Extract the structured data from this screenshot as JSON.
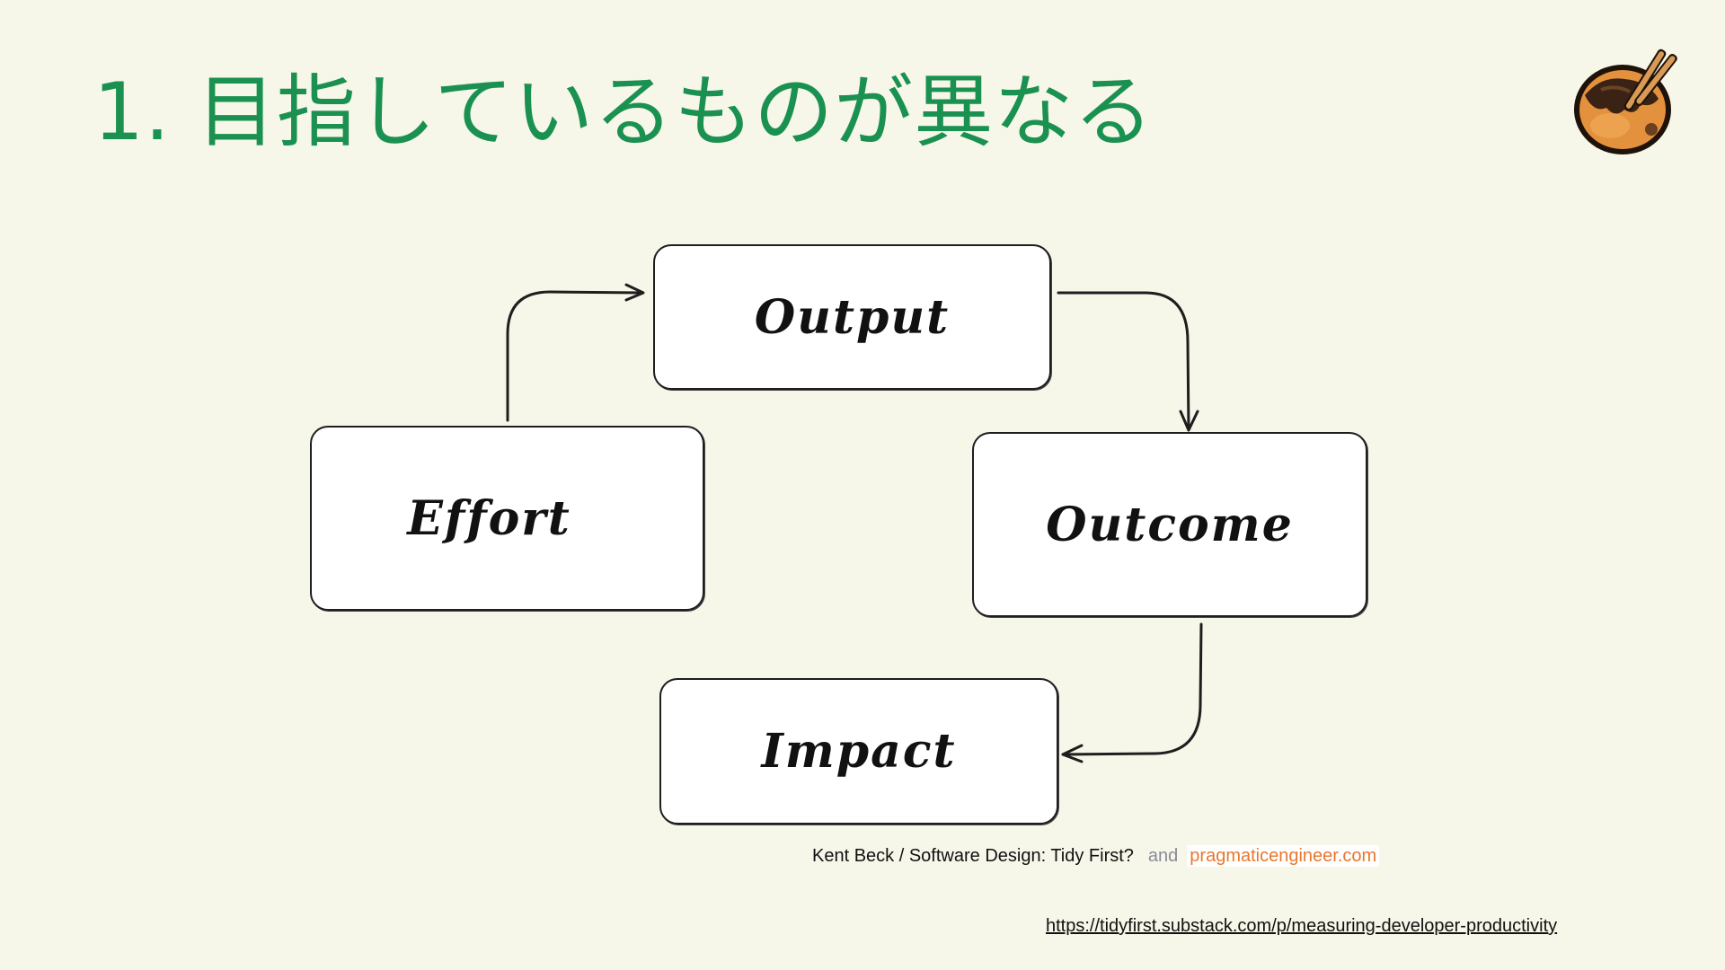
{
  "slide": {
    "title": "1. 目指しているものが異なる"
  },
  "diagram": {
    "nodes": {
      "output": "Output",
      "effort": "Effort",
      "outcome": "Outcome",
      "impact": "Impact"
    },
    "edges": [
      {
        "from": "Effort",
        "to": "Output"
      },
      {
        "from": "Output",
        "to": "Outcome"
      },
      {
        "from": "Outcome",
        "to": "Impact"
      }
    ]
  },
  "credit": {
    "author": "Kent Beck / Software Design: Tidy First?",
    "conjunction": "and",
    "site": "pragmaticengineer.com"
  },
  "source_url": "https://tidyfirst.substack.com/p/measuring-developer-productivity",
  "colors": {
    "background": "#f6f6e9",
    "title": "#1a9150",
    "site": "#e8772e",
    "stroke": "#1e1e1e"
  }
}
